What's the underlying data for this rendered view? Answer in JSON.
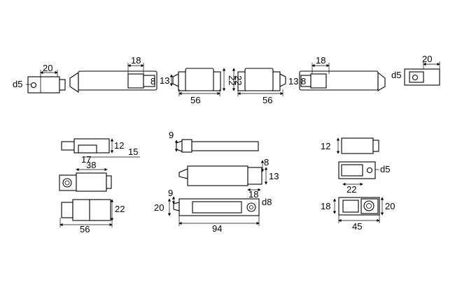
{
  "top_row": {
    "left_end_tab": {
      "dia": "d5",
      "width": "20"
    },
    "left_long_body": {
      "width": "18",
      "side": "8"
    },
    "left_center_block": {
      "height": "13",
      "pair_a": "22",
      "length": "56"
    },
    "right_center_block": {
      "pair_b": "22",
      "length": "56"
    },
    "right_long_body": {
      "side": "13",
      "side_b": "8",
      "width": "18"
    },
    "right_end_tab": {
      "dia": "d5",
      "width": "20"
    }
  },
  "bottom_left": {
    "h12": "12",
    "h15": "15",
    "w17": "17",
    "w38": "38",
    "h22": "22",
    "w56": "56"
  },
  "bottom_middle": {
    "h9": "9",
    "h8": "8",
    "h13": "13",
    "w18": "18",
    "h9b": "9",
    "h20": "20",
    "dia": "d8",
    "w94": "94"
  },
  "bottom_right": {
    "h12": "12",
    "dia": "d5",
    "w22": "22",
    "h18": "18",
    "h20": "20",
    "w45": "45"
  }
}
